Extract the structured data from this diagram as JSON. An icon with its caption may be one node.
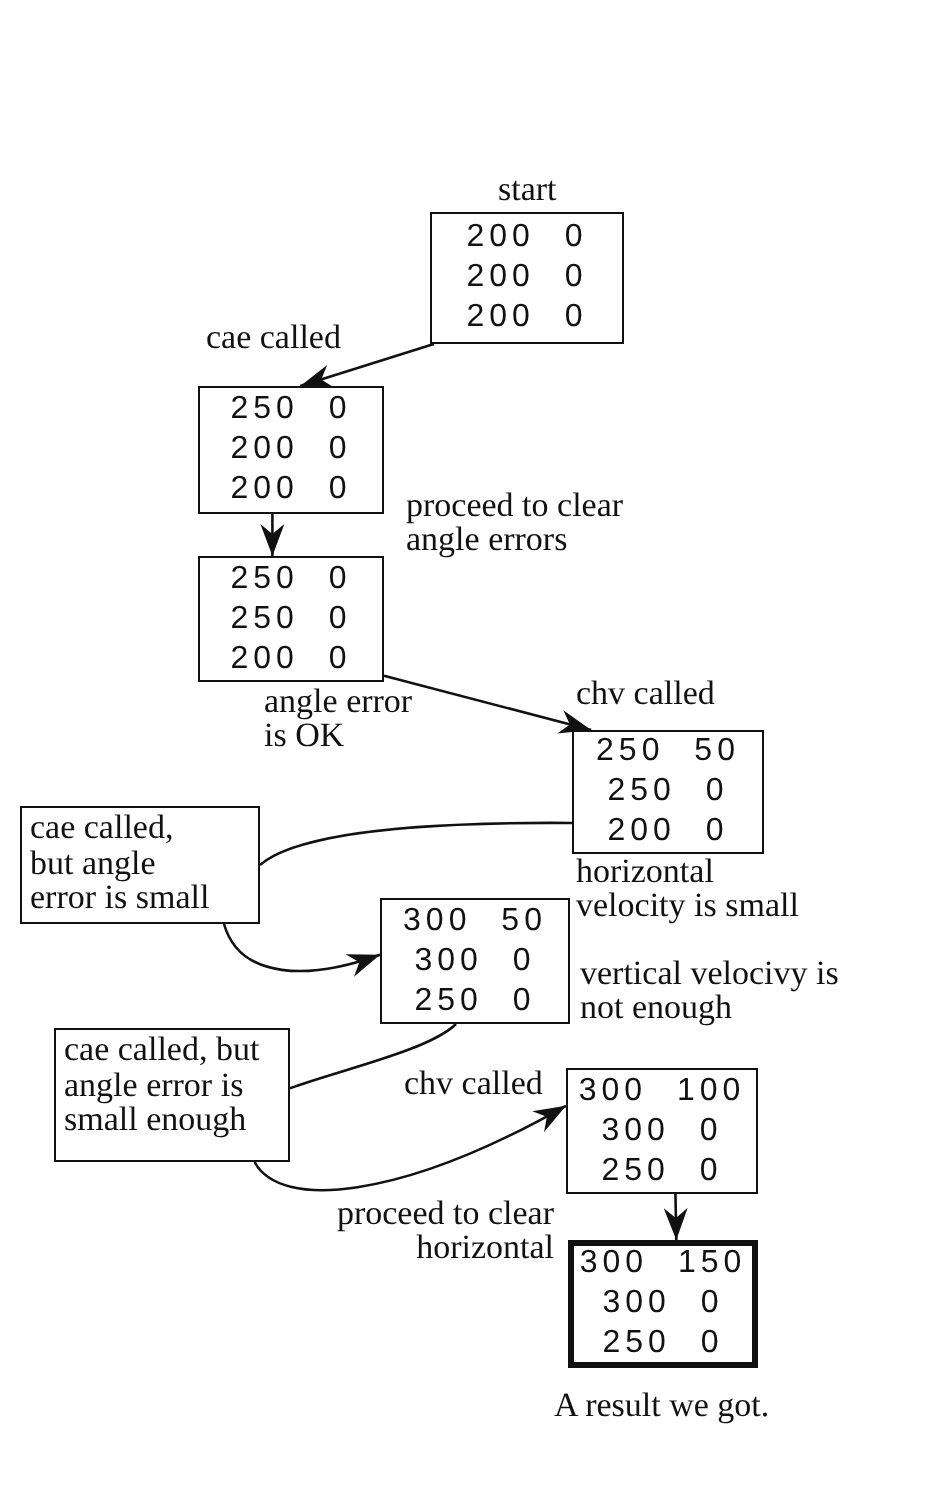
{
  "diagram": {
    "nodes": [
      {
        "text": [
          "200 0",
          "200 0",
          "200 0"
        ],
        "beside": [
          "start"
        ]
      },
      {
        "text": [
          "250 0",
          "200 0",
          "200 0"
        ]
      },
      {
        "text": [
          "250 0",
          "250 0",
          "200 0"
        ],
        "beside": [
          "angle error is OK"
        ]
      },
      {
        "text": [
          "250 50",
          "250 0",
          "200 0"
        ],
        "beside": [
          "horizontal velocity is small"
        ]
      },
      {
        "text": [
          "cae called, but angle error is small"
        ]
      },
      {
        "text": [
          "300 50",
          "300 0",
          "250 0"
        ],
        "beside": [
          "vertical velocivy is not enough"
        ]
      },
      {
        "text": [
          "cae called, but angle error is small enough"
        ]
      },
      {
        "text": [
          "300 100",
          "300 0",
          "250 0"
        ],
        "beside": [
          "proceed to clear horizontal"
        ]
      },
      {
        "text": [
          "300 150",
          "300 0",
          "250 0"
        ],
        "beside": [
          "A result we got."
        ]
      }
    ],
    "edges": [
      {
        "from": 0,
        "to": 1,
        "arrow": "to",
        "label": "cae called"
      },
      {
        "from": 1,
        "to": 2,
        "arrow": "to",
        "label": "proceed to clear angle errors"
      },
      {
        "from": 2,
        "to": 3,
        "arrow": "to",
        "label": "chv called"
      },
      {
        "from": 3,
        "to": 4,
        "arrow": "none"
      },
      {
        "from": 4,
        "to": 5,
        "arrow": "to"
      },
      {
        "from": 5,
        "to": 6,
        "arrow": "none"
      },
      {
        "from": 6,
        "to": 7,
        "arrow": "to",
        "label": "chv called"
      },
      {
        "from": 7,
        "to": 8,
        "arrow": "to"
      }
    ]
  }
}
